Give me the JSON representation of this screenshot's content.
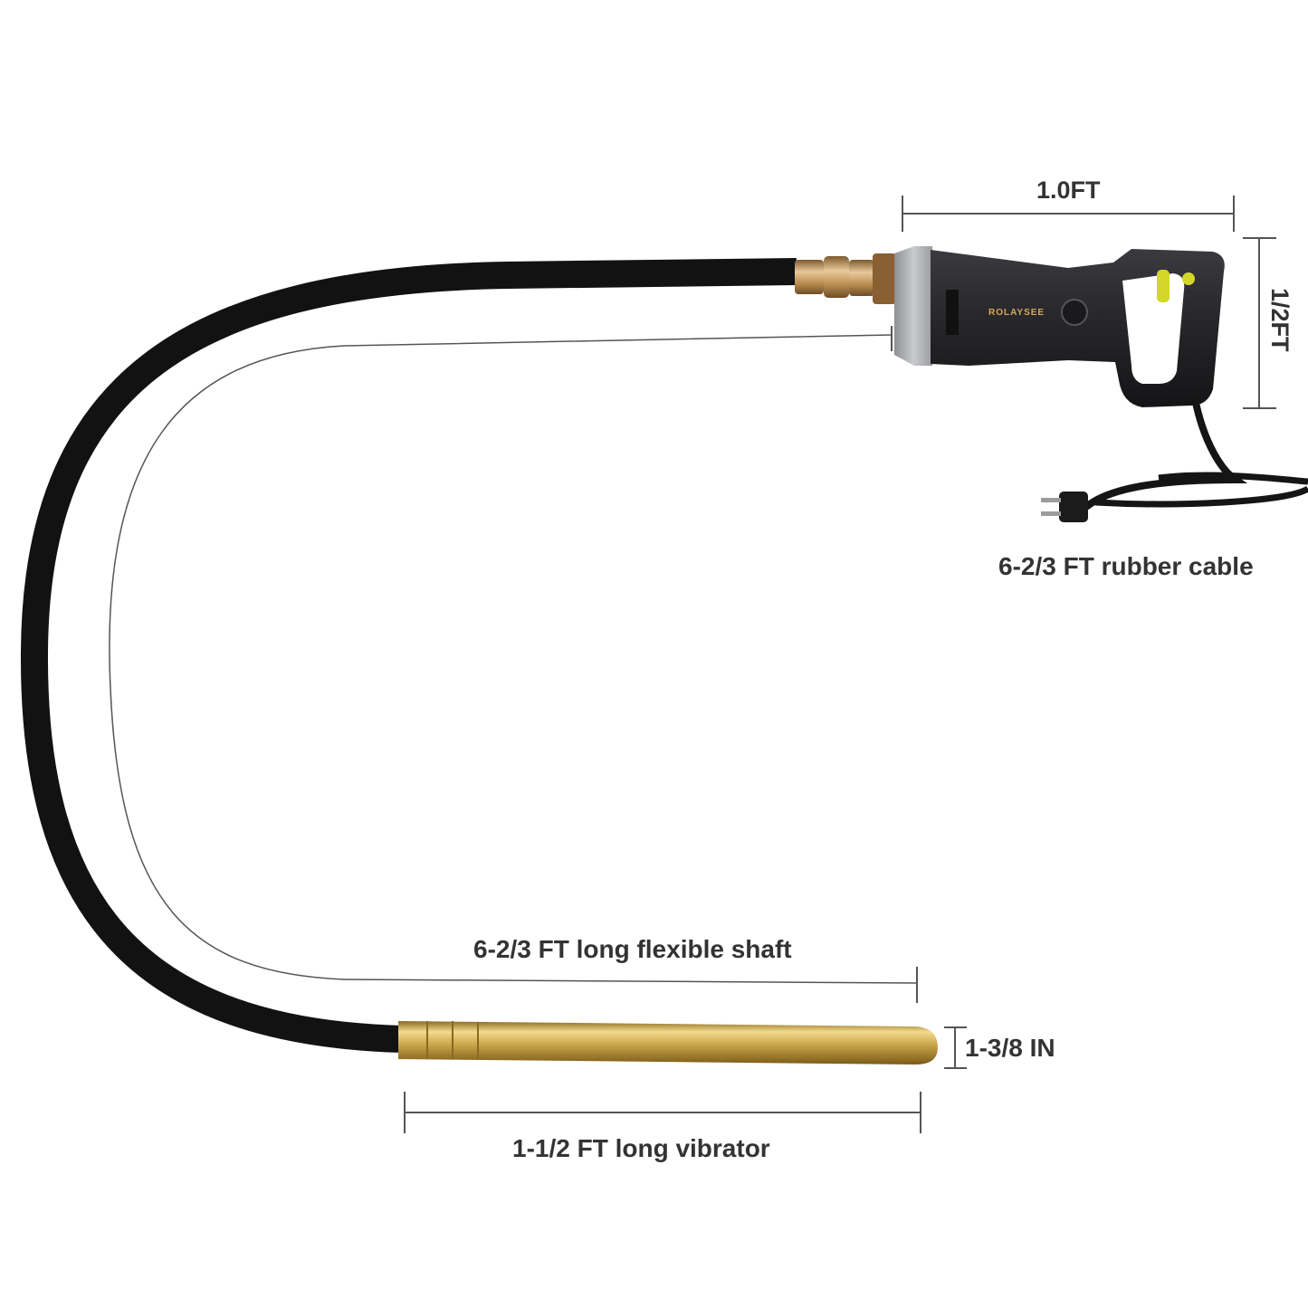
{
  "product": {
    "brand": "ROLAYSEE",
    "colors": {
      "hose": "#121212",
      "motor_body": "#2b2b2f",
      "motor_cap": "#a7a9ad",
      "trigger": "#d4d62a",
      "vibrator_head": "#c9a448",
      "fitting": "#c49a5c",
      "dimension_line": "#555555",
      "label_text": "#333333"
    }
  },
  "dimensions": {
    "motor_width": "1.0FT",
    "motor_height": "1/2FT",
    "cable": "6-2/3 FT rubber cable",
    "shaft": "6-2/3 FT long flexible shaft",
    "diameter": "1-3/8 IN",
    "vibrator": "1-1/2 FT long vibrator"
  }
}
